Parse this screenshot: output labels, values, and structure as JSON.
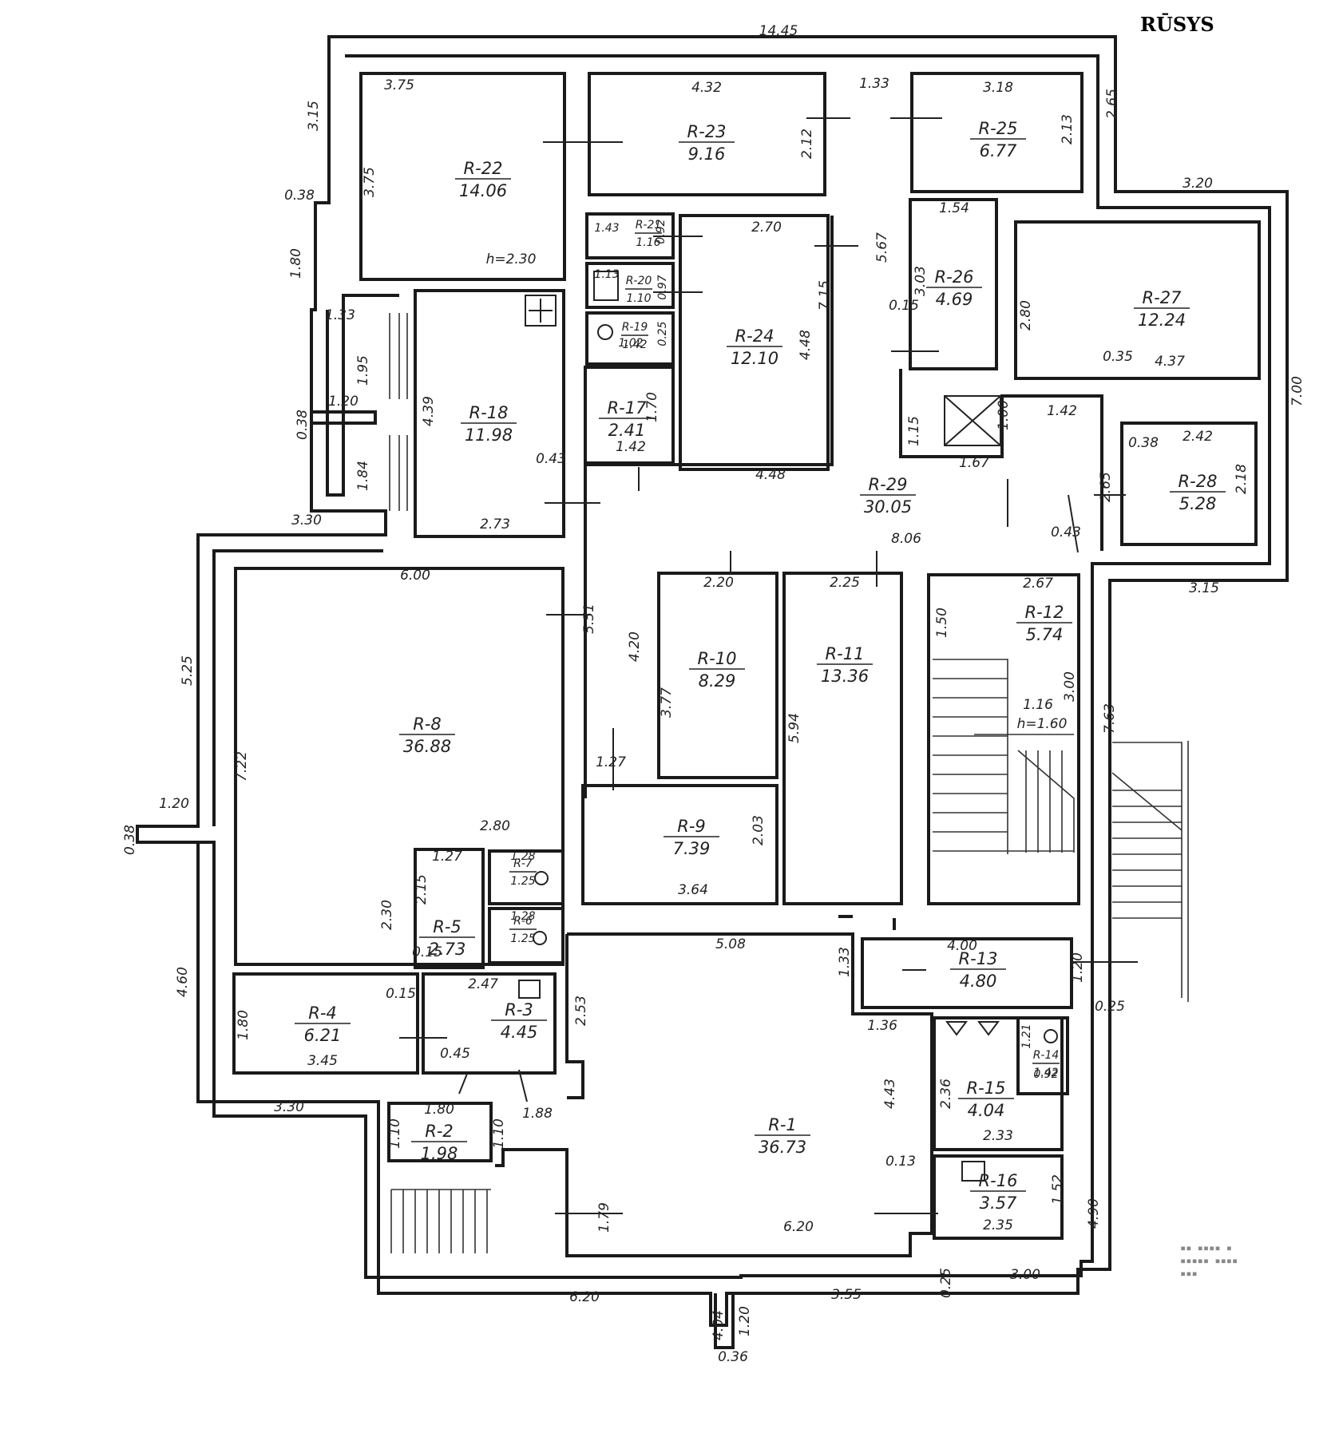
{
  "title": "RŪSYS",
  "rooms": [
    {
      "id": "R-22",
      "area": "14.06",
      "dims": [
        "3.75",
        "3.75"
      ],
      "extra": "h=2.30"
    },
    {
      "id": "R-23",
      "area": "9.16",
      "dims": [
        "4.32",
        "2.12"
      ]
    },
    {
      "id": "R-25",
      "area": "6.77",
      "dims": [
        "3.18",
        "2.13"
      ]
    },
    {
      "id": "R-24",
      "area": "12.10",
      "dims": [
        "2.70",
        "4.48",
        "4.48",
        "7.15"
      ]
    },
    {
      "id": "R-21",
      "area": "1.16",
      "dims": [
        "1.43",
        "0.92"
      ]
    },
    {
      "id": "R-20",
      "area": "1.10",
      "dims": [
        "1.13",
        "0.97"
      ]
    },
    {
      "id": "R-19",
      "area": "1.42",
      "dims": [
        "1.02",
        "0.25"
      ]
    },
    {
      "id": "R-17",
      "area": "2.41",
      "dims": [
        "1.70",
        "1.42"
      ]
    },
    {
      "id": "R-18",
      "area": "11.98",
      "dims": [
        "4.39",
        "2.73",
        "0.43"
      ]
    },
    {
      "id": "R-26",
      "area": "4.69",
      "dims": [
        "1.54",
        "3.03",
        "0.15"
      ]
    },
    {
      "id": "R-27",
      "area": "12.24",
      "dims": [
        "2.80",
        "4.37",
        "0.35"
      ]
    },
    {
      "id": "R-28",
      "area": "5.28",
      "dims": [
        "2.42",
        "2.18",
        "0.38"
      ]
    },
    {
      "id": "R-29",
      "area": "30.05",
      "dims": [
        "8.06",
        "1.42",
        "1.00",
        "2.65",
        "0.43",
        "1.67",
        "1.15"
      ]
    },
    {
      "id": "R-12",
      "area": "5.74",
      "dims": [
        "2.67",
        "1.50",
        "3.00",
        "1.16"
      ],
      "extra": "h=1.60"
    },
    {
      "id": "R-11",
      "area": "13.36",
      "dims": [
        "2.25",
        "5.94"
      ]
    },
    {
      "id": "R-10",
      "area": "8.29",
      "dims": [
        "2.20",
        "3.77"
      ]
    },
    {
      "id": "R-9",
      "area": "7.39",
      "dims": [
        "1.27",
        "3.64",
        "2.03"
      ]
    },
    {
      "id": "R-8",
      "area": "36.88",
      "dims": [
        "6.00",
        "7.22",
        "2.80",
        "2.30"
      ]
    },
    {
      "id": "R-7",
      "area": "1.25",
      "dims": [
        "1.28"
      ]
    },
    {
      "id": "R-6",
      "area": "1.25",
      "dims": [
        "1.28"
      ]
    },
    {
      "id": "R-5",
      "area": "2.73",
      "dims": [
        "1.27",
        "2.15",
        "0.15"
      ]
    },
    {
      "id": "R-4",
      "area": "6.21",
      "dims": [
        "1.80",
        "3.45",
        "0.15"
      ]
    },
    {
      "id": "R-3",
      "area": "4.45",
      "dims": [
        "2.47",
        "0.45",
        "1.88"
      ]
    },
    {
      "id": "R-2",
      "area": "1.98",
      "dims": [
        "1.80",
        "1.10",
        "1.10"
      ]
    },
    {
      "id": "R-1",
      "area": "36.73",
      "dims": [
        "5.08",
        "2.53",
        "4.43",
        "6.20",
        "1.79",
        "0.13"
      ]
    },
    {
      "id": "R-13",
      "area": "4.80",
      "dims": [
        "4.00",
        "1.20",
        "1.33",
        "1.36"
      ]
    },
    {
      "id": "R-14",
      "area": "1.42",
      "dims": [
        "1.21",
        "0.92"
      ]
    },
    {
      "id": "R-15",
      "area": "4.04",
      "dims": [
        "2.36",
        "2.33"
      ]
    },
    {
      "id": "R-16",
      "area": "3.57",
      "dims": [
        "1.52",
        "2.35"
      ]
    }
  ],
  "outer_dims": {
    "top": "14.45",
    "top_right": "2.65",
    "right_step": "3.20",
    "right": "7.00",
    "right_low": "3.15",
    "left_top": "3.15",
    "left_step": "0.38",
    "left_mid": "1.80",
    "stair_width": "1.33",
    "stair_a": "1.95",
    "stair_b": "1.84",
    "entry_w": "1.20",
    "entry_d": "0.38",
    "left_w": "3.30",
    "left_h": "5.25",
    "left_entry_w": "1.20",
    "left_entry_d": "0.38",
    "left_low": "4.60",
    "bottom_left": "3.30",
    "bottom_a": "6.20",
    "bottom_b": "3.55",
    "bottom_c": "3.00",
    "bottom_r": "4.90",
    "bottom_gap": "0.25",
    "right_stair": "7.63",
    "right_stair_gap": "0.25",
    "entrance_a": "4.04",
    "entrance_b": "1.20",
    "entrance_c": "0.36",
    "corridor_a": "5.51",
    "corridor_b": "4.20",
    "corridor_c": "5.67",
    "corridor_d": "1.33"
  }
}
